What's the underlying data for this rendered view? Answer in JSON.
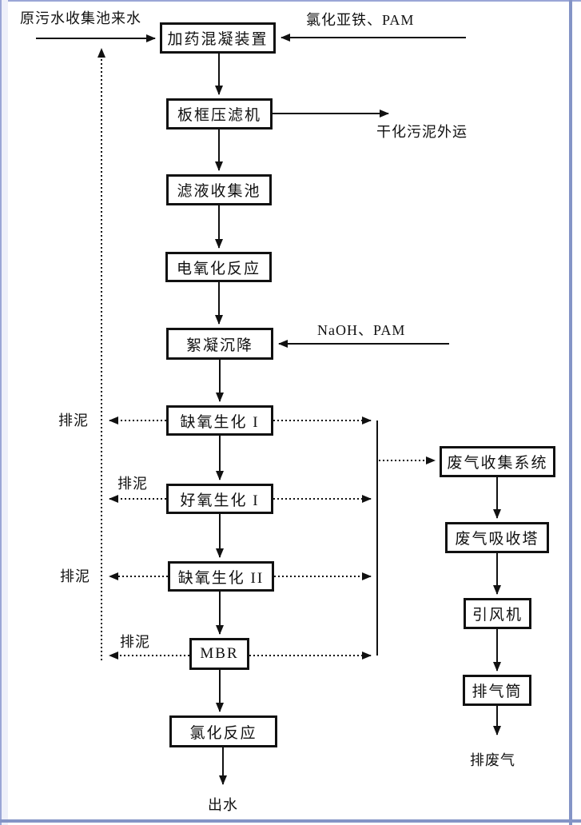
{
  "page": {
    "background": "#ffffff",
    "frame_color": "#8a99cc",
    "line_color": "#111111"
  },
  "nodes": {
    "main": [
      "加药混凝装置",
      "板框压滤机",
      "滤液收集池",
      "电氧化反应",
      "絮凝沉降",
      "缺氧生化 I",
      "好氧生化 I",
      "缺氧生化 II",
      "MBR",
      "氯化反应"
    ],
    "gas": [
      "废气收集系统",
      "废气吸收塔",
      "引风机",
      "排气筒"
    ]
  },
  "labels": {
    "influent": "原污水收集池来水",
    "ferrous_pam": "氯化亚铁、PAM",
    "dried_sludge_out": "干化污泥外运",
    "naoh_pam": "NaOH、PAM",
    "sludge_discharge": "排泥",
    "effluent": "出水",
    "exhaust_gas": "排废气"
  }
}
